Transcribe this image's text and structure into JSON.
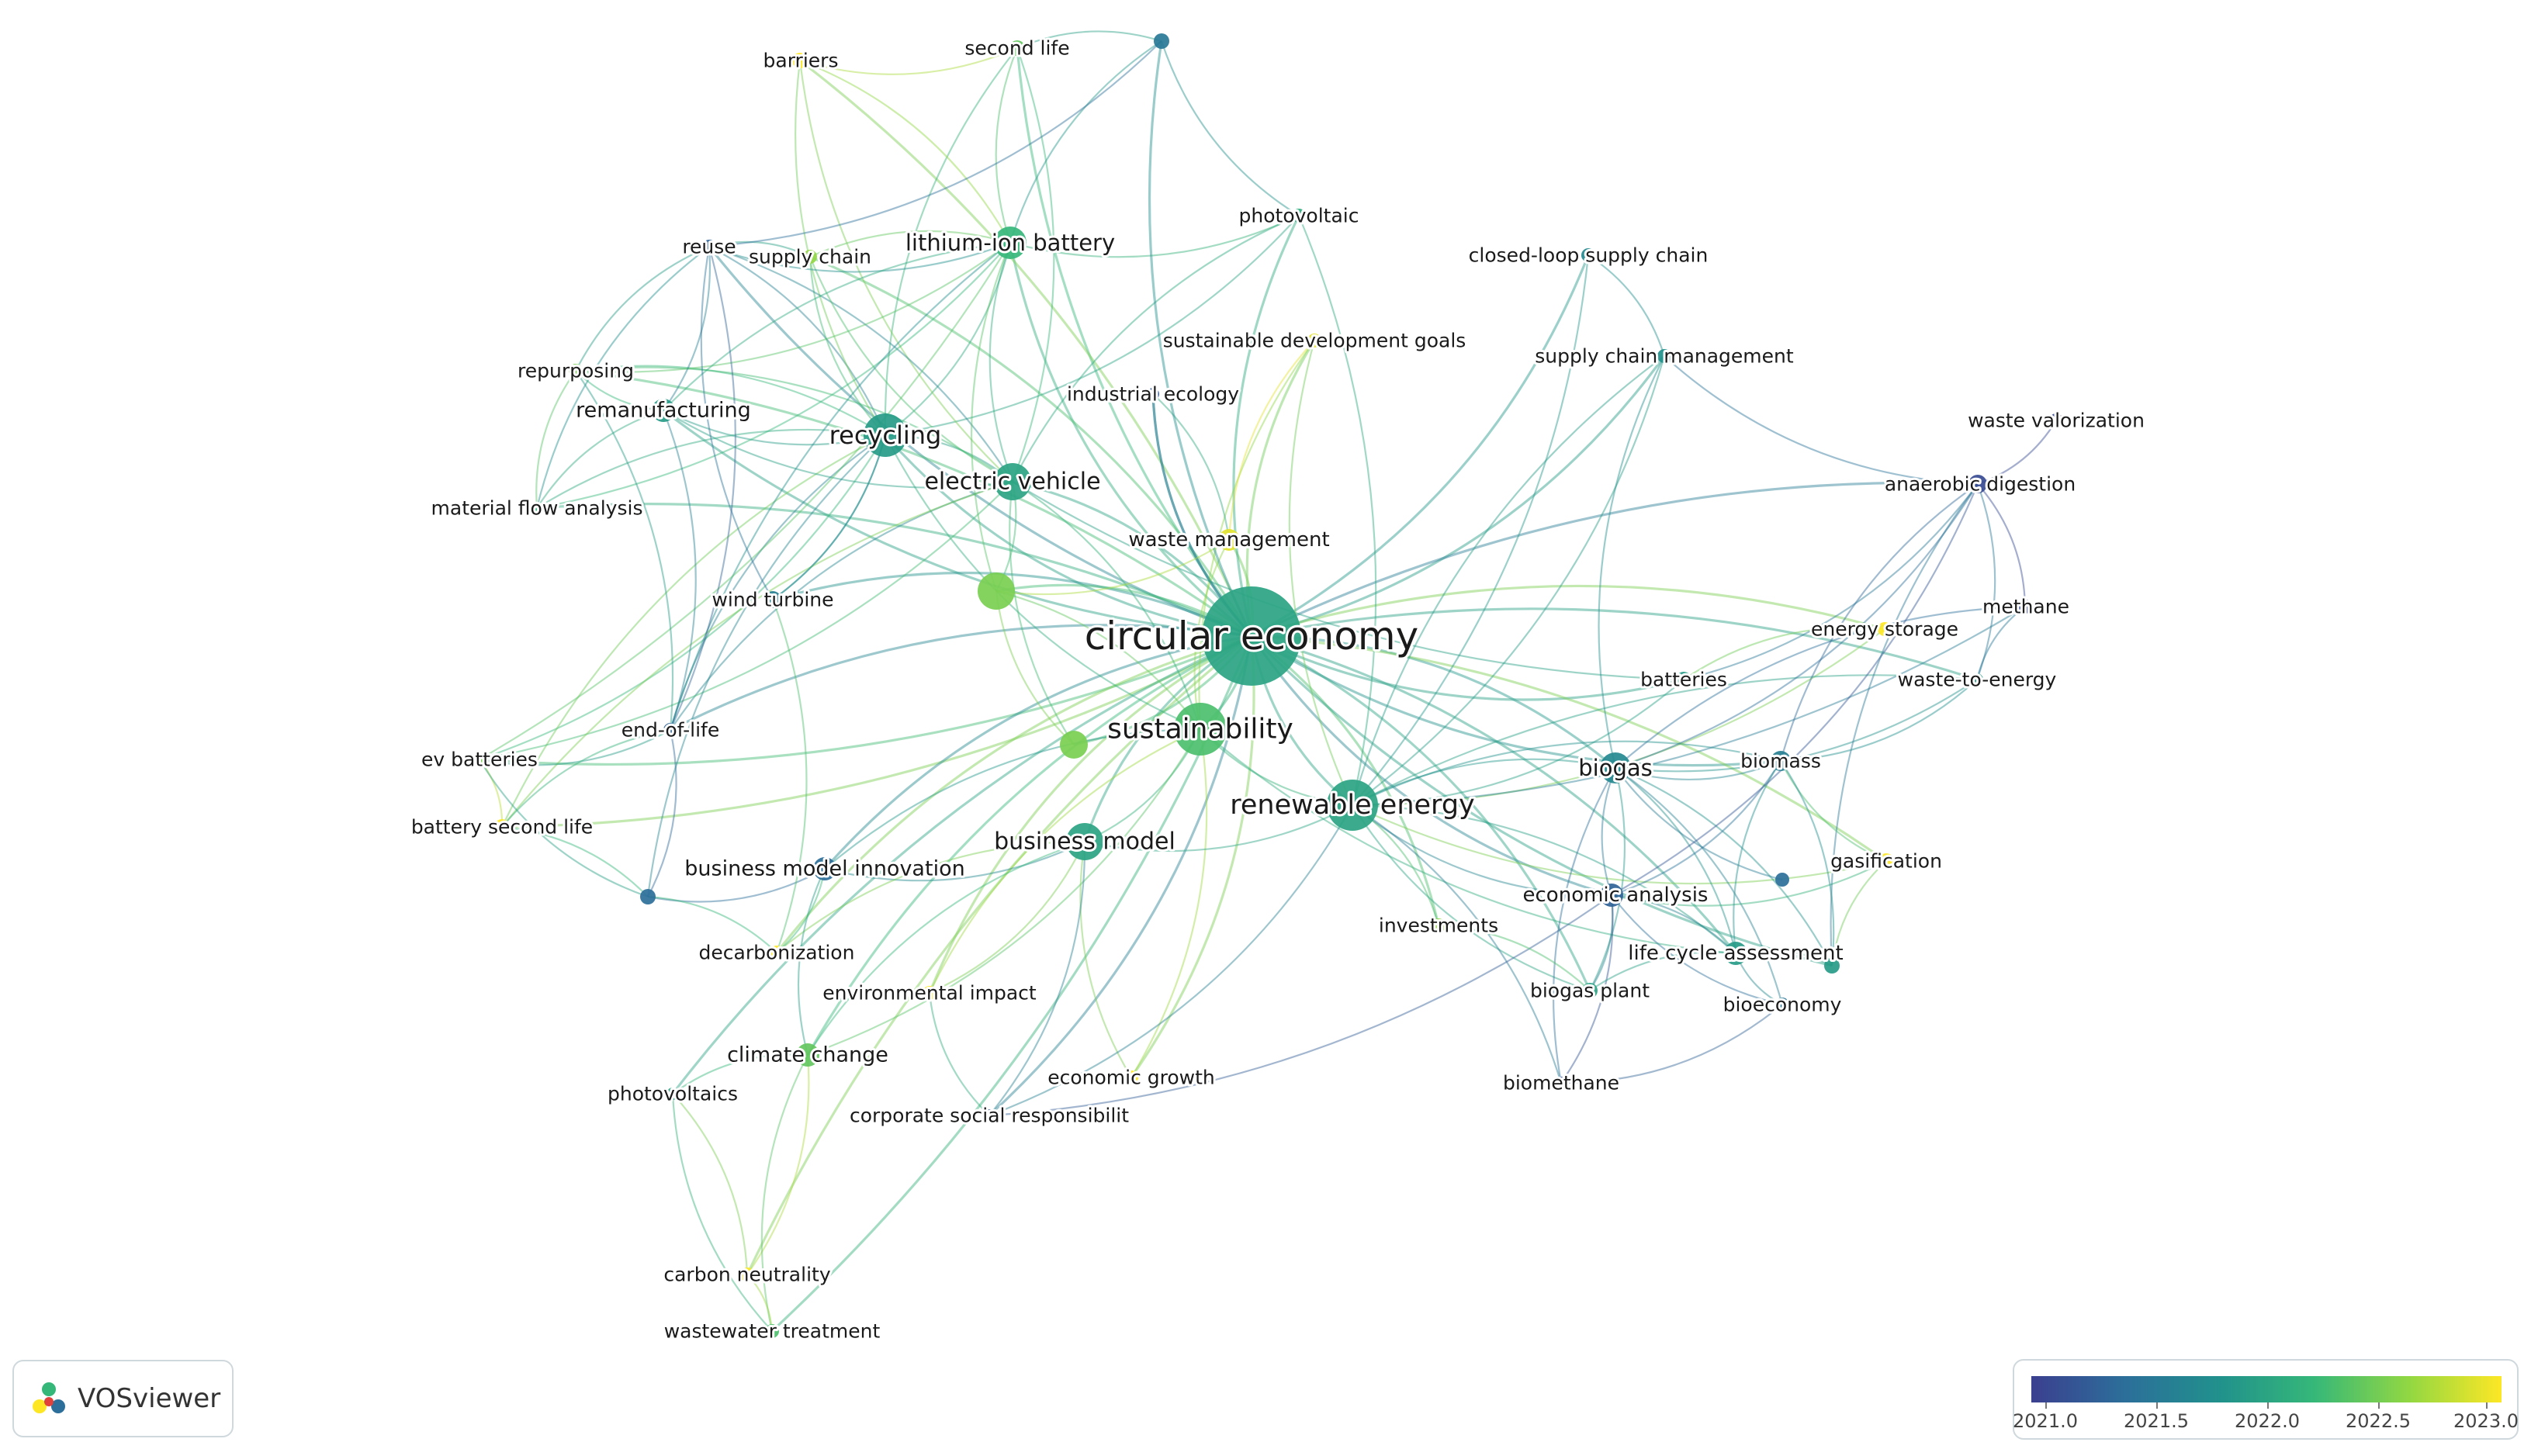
{
  "app": "VOSviewer",
  "legend": {
    "colors": [
      "#3b3f8f",
      "#2c6f9a",
      "#21918c",
      "#35b779",
      "#90d743",
      "#fde725"
    ],
    "ticks": [
      "2021.0",
      "2021.5",
      "2022.0",
      "2022.5",
      "2023.0"
    ]
  },
  "nodes": [
    {
      "label": "circular economy",
      "year": 2022.0
    },
    {
      "label": "sustainability",
      "year": 2022.3
    },
    {
      "label": "renewable energy",
      "year": 2022.0
    },
    {
      "label": "recycling",
      "year": 2021.9
    },
    {
      "label": "electric vehicle",
      "year": 2022.0
    },
    {
      "label": "lithium-ion battery",
      "year": 2022.2
    },
    {
      "label": "business model",
      "year": 2022.0
    },
    {
      "label": "biogas",
      "year": 2021.7
    },
    {
      "label": "economic analysis",
      "year": 2021.3
    },
    {
      "label": "life cycle assessment",
      "year": 2021.9
    },
    {
      "label": "waste management",
      "year": 2022.9
    },
    {
      "label": "second life",
      "year": 2022.4
    },
    {
      "label": "barriers",
      "year": 2023.0
    },
    {
      "label": "reuse",
      "year": 2021.3
    },
    {
      "label": "supply chain",
      "year": 2022.6
    },
    {
      "label": "photovoltaic",
      "year": 2022.1
    },
    {
      "label": "closed-loop supply chain",
      "year": 2021.7
    },
    {
      "label": "sustainable development goals",
      "year": 2022.9
    },
    {
      "label": "supply chain management",
      "year": 2021.8
    },
    {
      "label": "industrial ecology",
      "year": 2021.2
    },
    {
      "label": "repurposing",
      "year": 2022.5
    },
    {
      "label": "remanufacturing",
      "year": 2021.9
    },
    {
      "label": "material flow analysis",
      "year": 2022.2
    },
    {
      "label": "waste valorization",
      "year": 2021.1
    },
    {
      "label": "anaerobic digestion",
      "year": 2021.1
    },
    {
      "label": "wind turbine",
      "year": 2021.6
    },
    {
      "label": "methane",
      "year": 2021.1
    },
    {
      "label": "energy storage",
      "year": 2023.0
    },
    {
      "label": "batteries",
      "year": 2021.9
    },
    {
      "label": "waste-to-energy",
      "year": 2021.9
    },
    {
      "label": "end-of-life",
      "year": 2021.3
    },
    {
      "label": "ev batteries",
      "year": 2022.5
    },
    {
      "label": "biomass",
      "year": 2021.6
    },
    {
      "label": "battery second life",
      "year": 2023.0
    },
    {
      "label": "business model innovation",
      "year": 2021.4
    },
    {
      "label": "gasification",
      "year": 2023.0
    },
    {
      "label": "decarbonization",
      "year": 2023.0
    },
    {
      "label": "investments",
      "year": 2022.6
    },
    {
      "label": "environmental impact",
      "year": 2023.0
    },
    {
      "label": "biogas plant",
      "year": 2022.0
    },
    {
      "label": "bioeconomy",
      "year": 2021.5
    },
    {
      "label": "climate change",
      "year": 2022.4
    },
    {
      "label": "economic growth",
      "year": 2023.0
    },
    {
      "label": "photovoltaics",
      "year": 2022.0
    },
    {
      "label": "corporate social responsibilit",
      "year": 2021.2
    },
    {
      "label": "biomethane",
      "year": 2021.1
    },
    {
      "label": "carbon neutrality",
      "year": 2023.0
    },
    {
      "label": "wastewater treatment",
      "year": 2022.3
    },
    {
      "label": "",
      "year": 2022.5
    },
    {
      "label": "",
      "year": 2022.5
    },
    {
      "label": "",
      "year": 2021.5
    },
    {
      "label": "",
      "year": 2021.4
    },
    {
      "label": "",
      "year": 2021.4
    },
    {
      "label": "",
      "year": 2021.9
    }
  ]
}
